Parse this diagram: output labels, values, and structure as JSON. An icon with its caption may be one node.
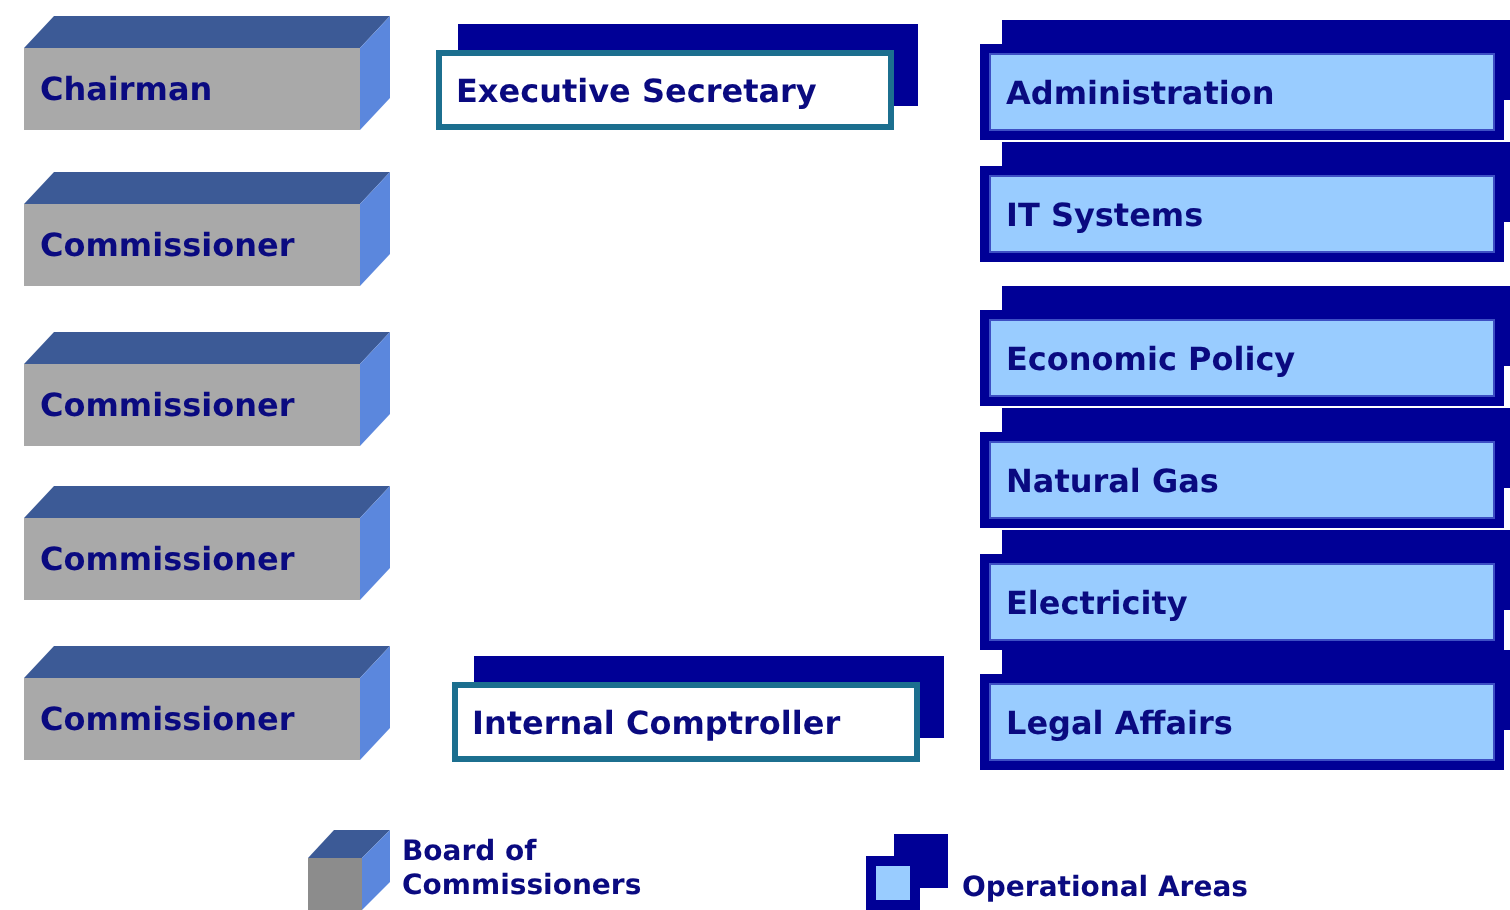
{
  "diagram": {
    "nodes": [
      {
        "text": [
          "Chairman"
        ]
      },
      {
        "text": [
          "Commissioner"
        ]
      },
      {
        "text": [
          "Commissioner"
        ]
      },
      {
        "text": [
          "Commissioner"
        ]
      },
      {
        "text": [
          "Commissioner"
        ]
      },
      {
        "text": [
          "Executive Secretary"
        ]
      },
      {
        "text": [
          "Internal Comptroller"
        ]
      },
      {
        "text": [
          "Administration"
        ]
      },
      {
        "text": [
          "IT Systems"
        ]
      },
      {
        "text": [
          "Economic Policy"
        ]
      },
      {
        "text": [
          "Natural Gas"
        ]
      },
      {
        "text": [
          "Electricity"
        ]
      },
      {
        "text": [
          "Legal Affairs"
        ]
      }
    ],
    "legend": [
      {
        "text": "Board of Commissioners"
      },
      {
        "text": "Operational Areas"
      }
    ]
  }
}
